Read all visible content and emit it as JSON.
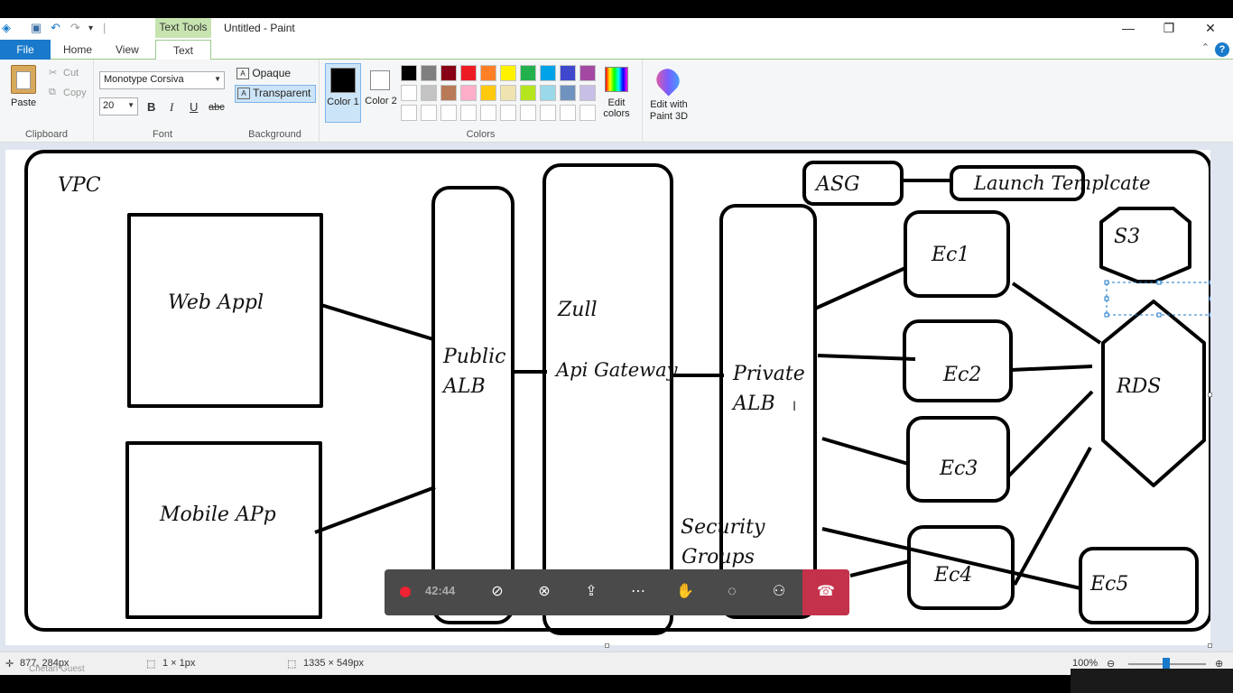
{
  "app": {
    "title": "Untitled - Paint",
    "context_tab": "Text Tools"
  },
  "tabs": [
    {
      "label": "File"
    },
    {
      "label": "Home"
    },
    {
      "label": "View"
    },
    {
      "label": "Text"
    }
  ],
  "ribbon": {
    "clipboard": {
      "paste": "Paste",
      "cut": "Cut",
      "copy": "Copy",
      "group": "Clipboard"
    },
    "font": {
      "family": "Monotype Corsiva",
      "size": "20",
      "bold": "B",
      "italic": "I",
      "underline": "U",
      "strike": "abc",
      "group": "Font"
    },
    "background": {
      "opaque": "Opaque",
      "transparent": "Transparent",
      "group": "Background"
    },
    "colors": {
      "color1": "Color 1",
      "color2": "Color 2",
      "edit_colors": "Edit colors",
      "group": "Colors",
      "palette_row1": [
        "#000000",
        "#7f7f7f",
        "#880015",
        "#ed1c24",
        "#ff7f27",
        "#fff200",
        "#22b14c",
        "#00a2e8",
        "#3f48cc",
        "#a349a4"
      ],
      "palette_row2": [
        "#ffffff",
        "#c3c3c3",
        "#b97a57",
        "#ffaec9",
        "#ffc90e",
        "#efe4b0",
        "#b5e61d",
        "#99d9ea",
        "#7092be",
        "#c8bfe7"
      ]
    },
    "paint3d": "Edit with Paint 3D"
  },
  "diagram": {
    "vpc": "VPC",
    "web_app": "Web Appl",
    "mobile_app": "Mobile APp",
    "public_alb_1": "Public",
    "public_alb_2": "ALB",
    "zull": "Zull",
    "api_gateway": "Api Gateway",
    "private_alb_1": "Private",
    "private_alb_2": "ALB",
    "security_groups_1": "Security",
    "security_groups_2": "Groups",
    "asg": "ASG",
    "launch_template": "Launch Templcate",
    "ec1": "Ec1",
    "ec2": "Ec2",
    "ec3": "Ec3",
    "ec4": "Ec4",
    "ec5": "Ec5",
    "s3": "S3",
    "rds": "RDS"
  },
  "call": {
    "timer": "42:44",
    "presenter": "Chetan Guest"
  },
  "status": {
    "cursor": "877, 284px",
    "selection": "1 × 1px",
    "canvas_size": "1335 × 549px",
    "zoom": "100%"
  }
}
